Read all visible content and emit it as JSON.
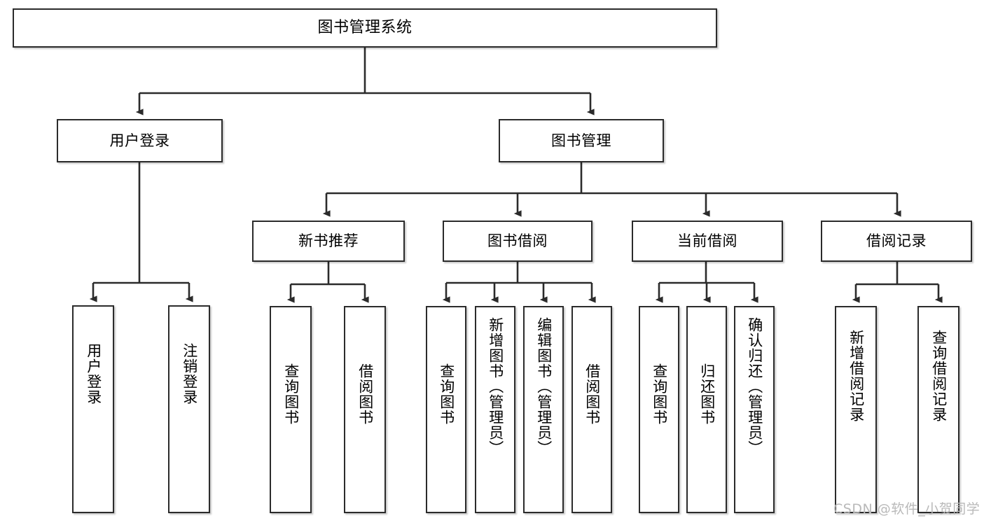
{
  "diagram": {
    "title": "图书管理系统",
    "type": "tree-hierarchy-chart",
    "root": {
      "id": "root",
      "label": "图书管理系统"
    },
    "level2": [
      {
        "id": "user-login",
        "label": "用户登录"
      },
      {
        "id": "book-manage",
        "label": "图书管理"
      }
    ],
    "level3": [
      {
        "id": "new-book-rec",
        "label": "新书推荐",
        "parent": "book-manage"
      },
      {
        "id": "book-borrow",
        "label": "图书借阅",
        "parent": "book-manage"
      },
      {
        "id": "current-borrow",
        "label": "当前借阅",
        "parent": "book-manage"
      },
      {
        "id": "borrow-record",
        "label": "借阅记录",
        "parent": "book-manage"
      }
    ],
    "leaves": [
      {
        "id": "leaf-user-login",
        "label": "用户登录",
        "parent": "user-login"
      },
      {
        "id": "leaf-logout-login",
        "label": "注销登录",
        "parent": "user-login"
      },
      {
        "id": "leaf-query-book-1",
        "label": "查询图书",
        "parent": "new-book-rec"
      },
      {
        "id": "leaf-borrow-book-1",
        "label": "借阅图书",
        "parent": "new-book-rec"
      },
      {
        "id": "leaf-query-book-2",
        "label": "查询图书",
        "parent": "book-borrow"
      },
      {
        "id": "leaf-add-book",
        "label": "新增图书（管理员）",
        "parent": "book-borrow"
      },
      {
        "id": "leaf-edit-book",
        "label": "编辑图书（管理员）",
        "parent": "book-borrow"
      },
      {
        "id": "leaf-borrow-book-2",
        "label": "借阅图书",
        "parent": "book-borrow"
      },
      {
        "id": "leaf-query-book-3",
        "label": "查询图书",
        "parent": "current-borrow"
      },
      {
        "id": "leaf-return-book",
        "label": "归还图书",
        "parent": "current-borrow"
      },
      {
        "id": "leaf-confirm-return",
        "label": "确认归还（管理员）",
        "parent": "current-borrow"
      },
      {
        "id": "leaf-add-record",
        "label": "新增借阅记录",
        "parent": "borrow-record"
      },
      {
        "id": "leaf-query-record",
        "label": "查询借阅记录",
        "parent": "borrow-record"
      }
    ],
    "colors": {
      "node_border": "#2b2b2b",
      "node_fill": "#ffffff",
      "edge": "#2b2b2b",
      "text": "#000000",
      "watermark": "#b9b9b9",
      "background": "#ffffff"
    }
  },
  "watermark": {
    "text": "CSDN @软件_小贺同学"
  }
}
